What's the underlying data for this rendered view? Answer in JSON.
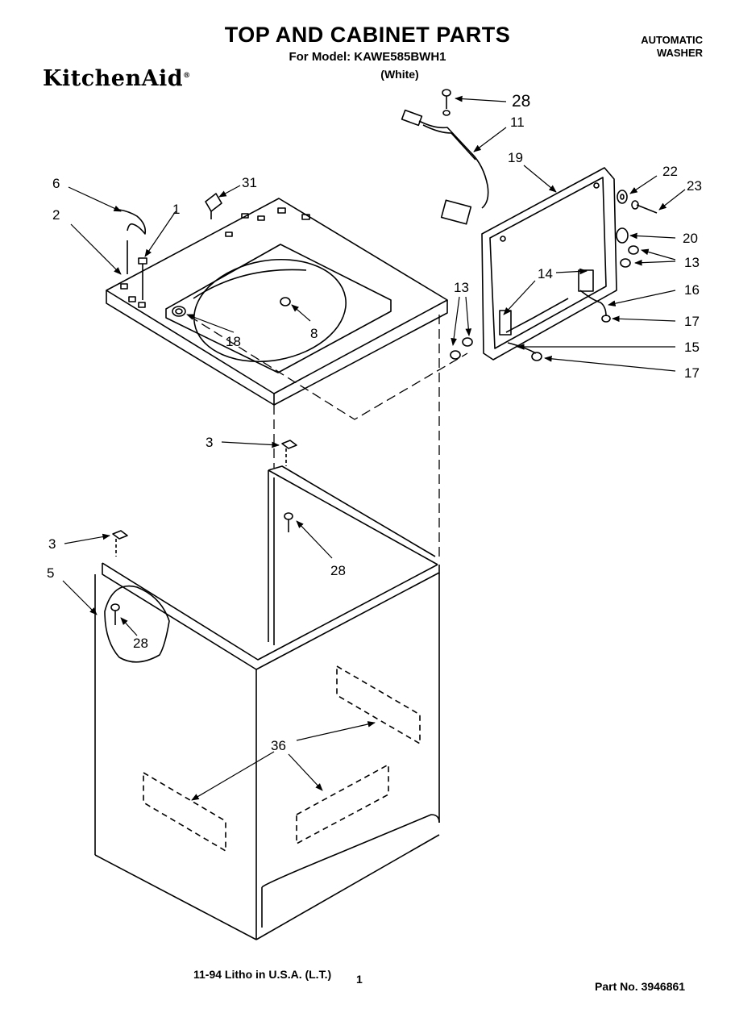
{
  "header": {
    "title": "TOP AND CABINET PARTS",
    "model_line": "For Model: KAWE585BWH1",
    "color_line": "(White)",
    "brand": "KitchenAid",
    "appliance_type_line1": "AUTOMATIC",
    "appliance_type_line2": "WASHER"
  },
  "callouts": {
    "c28_top": "28",
    "c11": "11",
    "c19": "19",
    "c22": "22",
    "c23": "23",
    "c6": "6",
    "c31": "31",
    "c2": "2",
    "c1": "1",
    "c20": "20",
    "c13_right": "13",
    "c14": "14",
    "c16": "16",
    "c13_left": "13",
    "c17_upper": "17",
    "c8": "8",
    "c18": "18",
    "c15": "15",
    "c17_lower": "17",
    "c3_upper": "3",
    "c28_mid": "28",
    "c3_lower": "3",
    "c5": "5",
    "c28_left": "28",
    "c36": "36"
  },
  "footer": {
    "litho": "11-94 Litho in U.S.A. (L.T.)",
    "page": "1",
    "part_no": "Part No. 3946861"
  }
}
